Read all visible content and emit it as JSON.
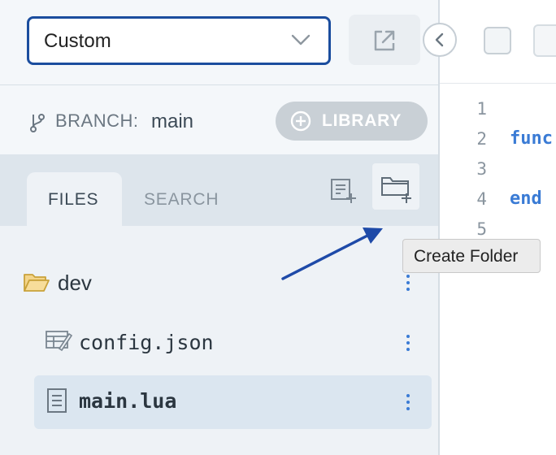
{
  "header": {
    "select_value": "Custom"
  },
  "branch": {
    "label": "BRANCH:",
    "value": "main"
  },
  "library_button": "LIBRARY",
  "tabs": [
    {
      "label": "FILES"
    },
    {
      "label": "SEARCH"
    }
  ],
  "tree": [
    {
      "name": "dev",
      "type": "folder"
    },
    {
      "name": "config.json",
      "type": "json"
    },
    {
      "name": "main.lua",
      "type": "file",
      "selected": true
    }
  ],
  "tooltip": "Create Folder",
  "editor": {
    "line_numbers": [
      "1",
      "2",
      "3",
      "4",
      "5"
    ],
    "lines": [
      "",
      "func",
      "",
      "end",
      ""
    ]
  },
  "colors": {
    "accent": "#1b4d9e",
    "link": "#3a7bd5",
    "arrow": "#1e4aa8"
  }
}
